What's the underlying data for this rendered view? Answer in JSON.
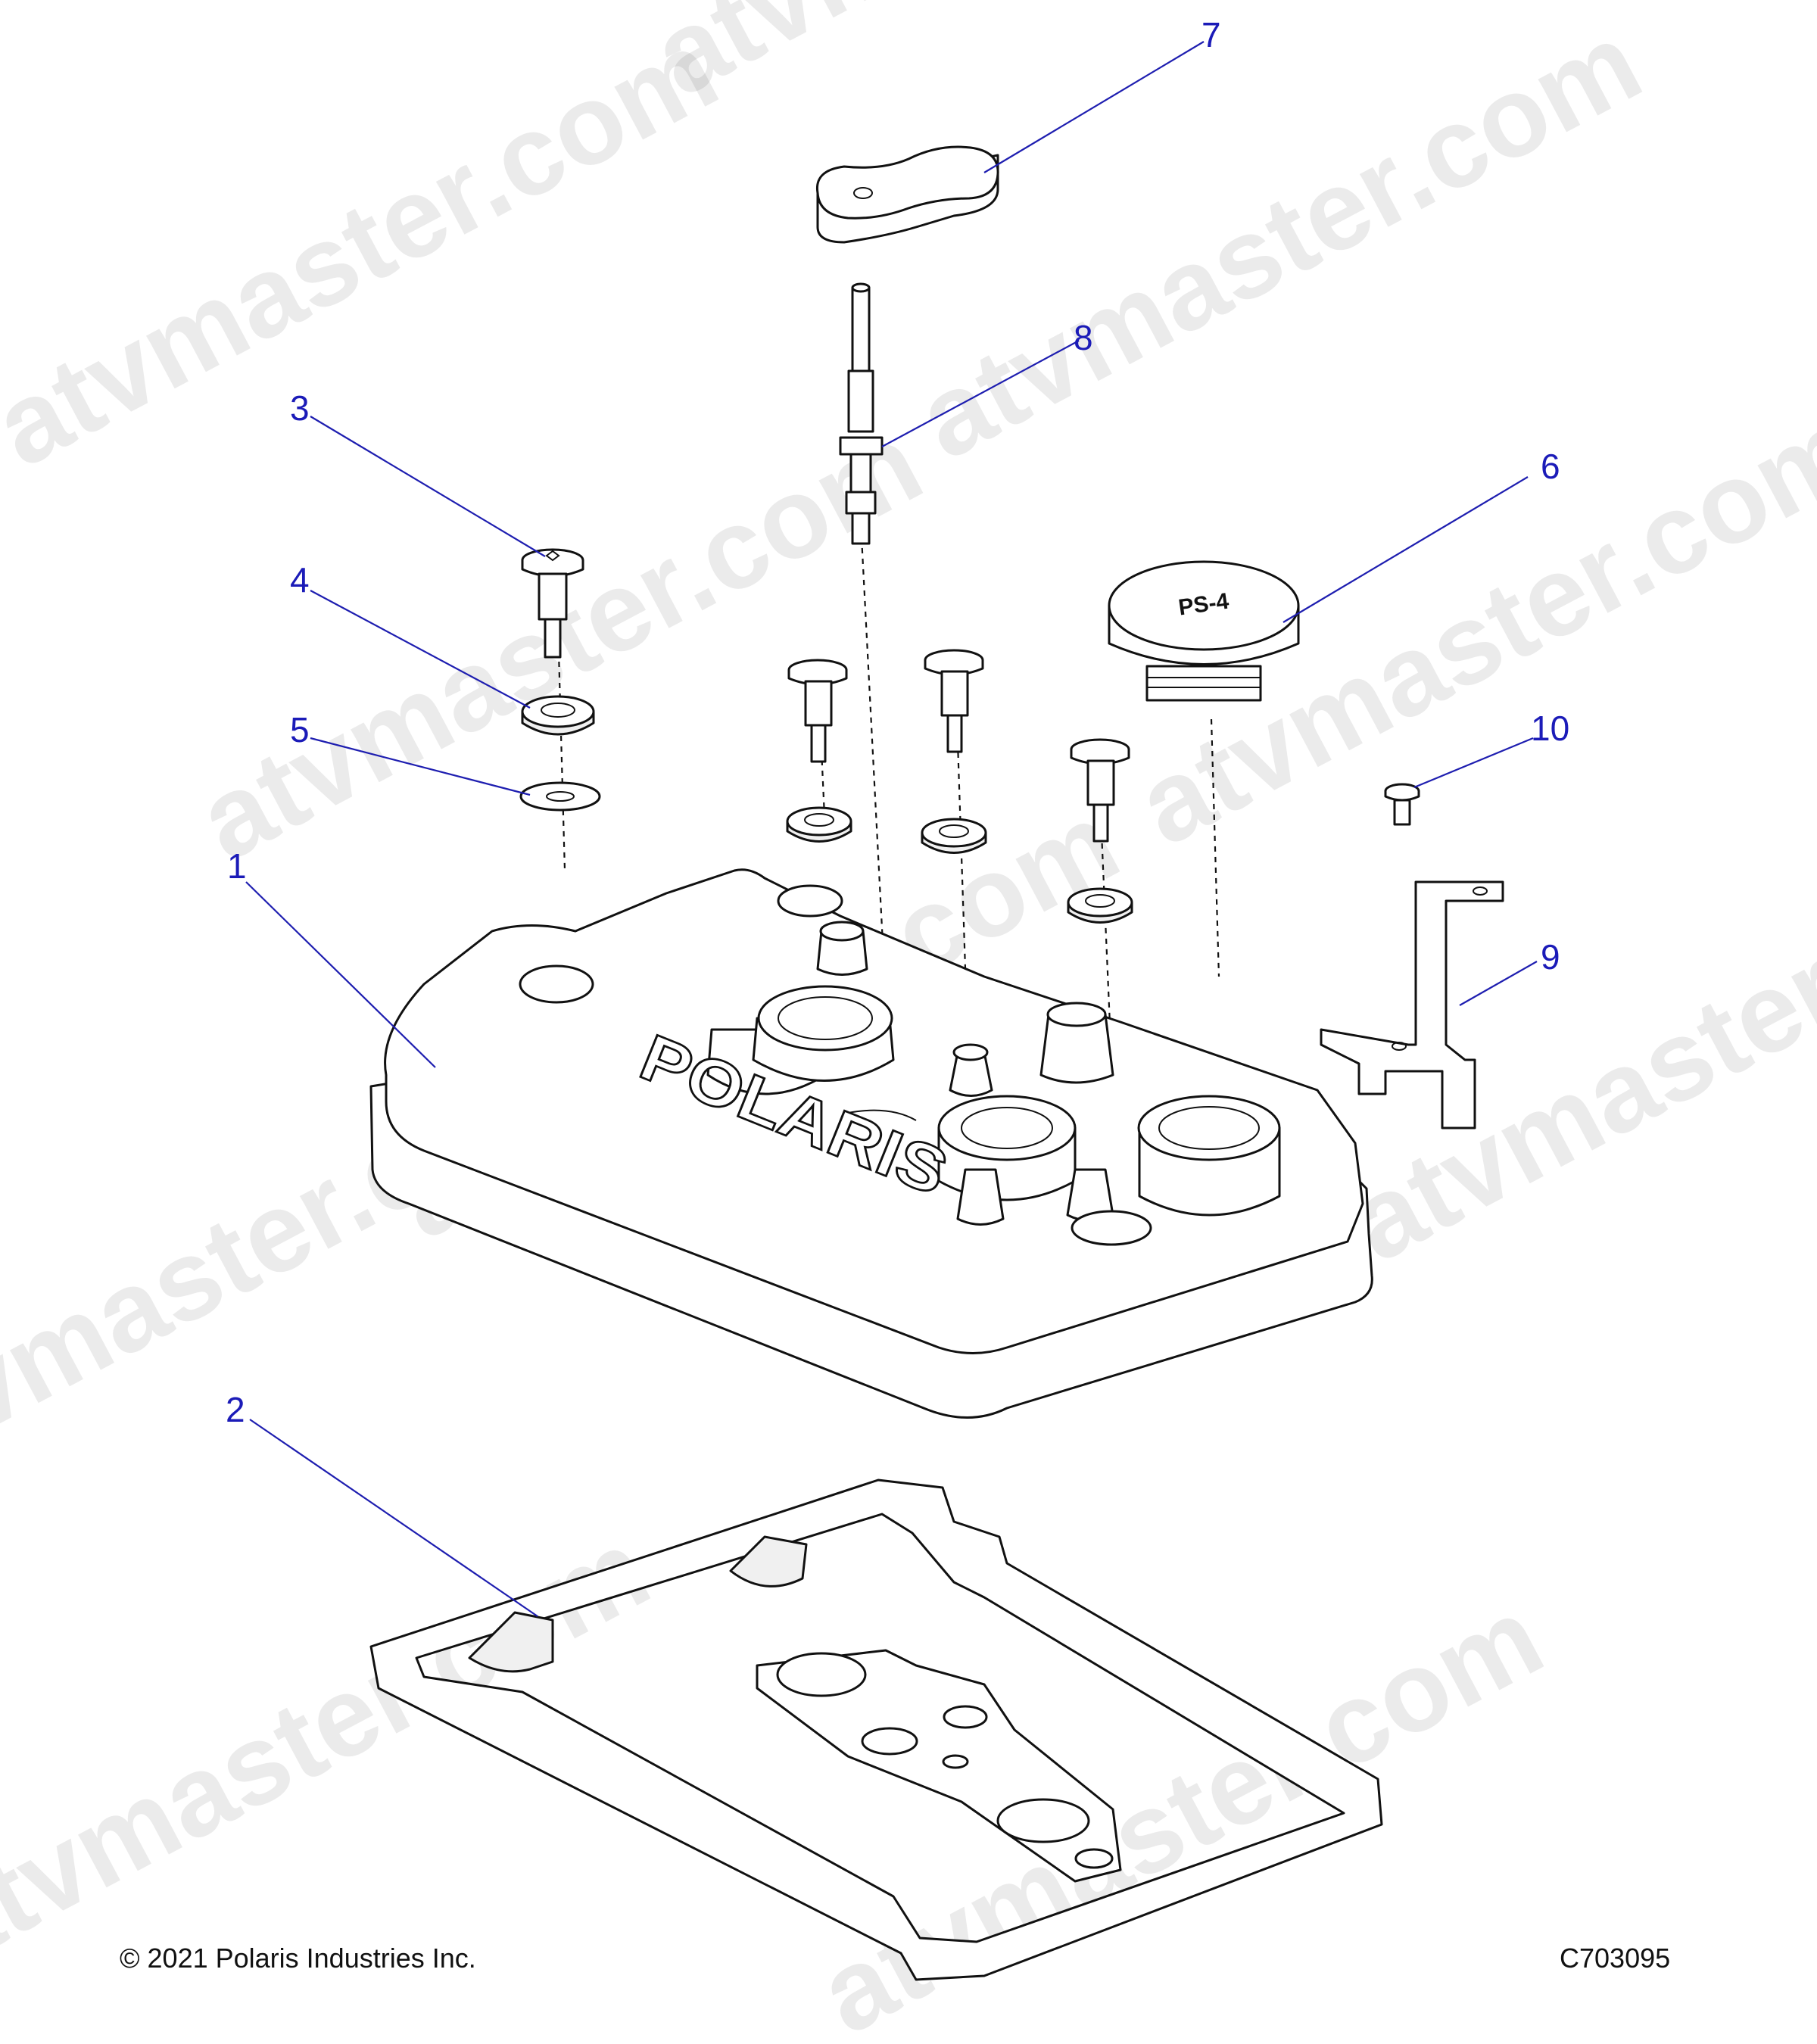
{
  "watermark": "atvmaster.com",
  "callouts": [
    {
      "id": "1",
      "label": "1"
    },
    {
      "id": "2",
      "label": "2"
    },
    {
      "id": "3",
      "label": "3"
    },
    {
      "id": "4",
      "label": "4"
    },
    {
      "id": "5",
      "label": "5"
    },
    {
      "id": "6",
      "label": "6"
    },
    {
      "id": "7",
      "label": "7"
    },
    {
      "id": "8",
      "label": "8"
    },
    {
      "id": "9",
      "label": "9"
    },
    {
      "id": "10",
      "label": "10"
    }
  ],
  "cover_logo": "POLARIS",
  "cap_marking": "PS-4",
  "footer": {
    "copyright": "© 2021 Polaris Industries Inc.",
    "figure_id": "C703095"
  },
  "colors": {
    "callout": "#1b1bb8",
    "line_art": "#111111",
    "background": "#ffffff"
  }
}
